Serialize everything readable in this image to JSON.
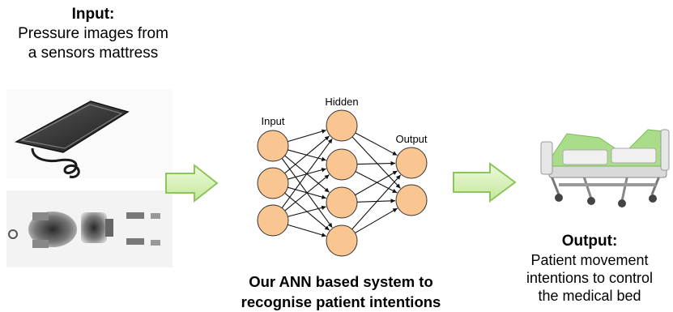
{
  "input": {
    "heading": "Input:",
    "line1": "Pressure images from",
    "line2": "a sensors mattress",
    "icon": "sensor-mattress"
  },
  "network": {
    "layers": [
      {
        "label": "Input",
        "nodes": 3
      },
      {
        "label": "Hidden",
        "nodes": 4
      },
      {
        "label": "Output",
        "nodes": 2
      }
    ],
    "node_color": "#f9c590",
    "caption_line1": "Our ANN based system to",
    "caption_line2": "recognise patient intentions"
  },
  "output": {
    "heading": "Output:",
    "line1": "Patient movement",
    "line2": "intentions to control",
    "line3": "the medical bed",
    "icon": "medical-bed"
  },
  "colors": {
    "arrow_fill": "#d6f0b0",
    "arrow_stroke": "#7fbf4a",
    "bed_green": "#a9dd8a"
  }
}
